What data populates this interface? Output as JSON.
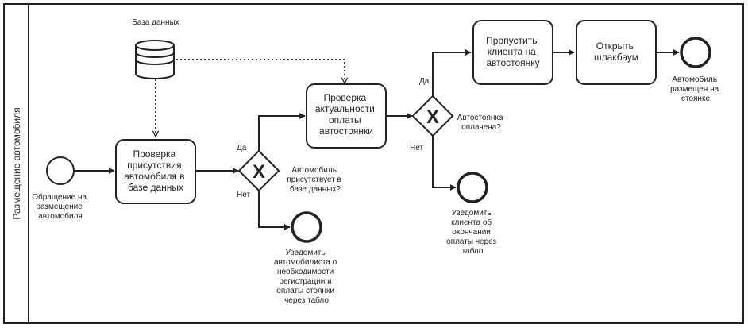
{
  "lane": {
    "label": "Размещение автомобиля"
  },
  "database": {
    "label": "База данных"
  },
  "start_event": {
    "label": [
      "Обращение на",
      "размещение",
      "автомобиля"
    ]
  },
  "tasks": {
    "check_presence": {
      "label": [
        "Проверка",
        "присутствия",
        "автомобиля в",
        "базе данных"
      ]
    },
    "check_payment": {
      "label": [
        "Проверка",
        "актуальности",
        "оплаты",
        "автостоянки"
      ]
    },
    "let_in": {
      "label": [
        "Пропустить",
        "клиента на",
        "автостоянку"
      ]
    },
    "open_barrier": {
      "label": [
        "Открыть",
        "шлакбаум"
      ]
    }
  },
  "gateways": {
    "car_in_db": {
      "symbol": "X",
      "question": [
        "Автомобиль",
        "присутствует в",
        "базе данных?"
      ],
      "yes": "Да",
      "no": "Нет"
    },
    "parking_paid": {
      "symbol": "X",
      "question": [
        "Автостоянка",
        "оплачена?"
      ],
      "yes": "Да",
      "no": "Нет"
    }
  },
  "end_events": {
    "notify_registration": {
      "label": [
        "Уведомить",
        "автомобилиста о",
        "необходимости",
        "регистрации и",
        "оплаты стоянки",
        "через табло"
      ]
    },
    "notify_expired": {
      "label": [
        "Уведомить",
        "клиента об",
        "окончании",
        "оплаты через",
        "табло"
      ]
    },
    "car_parked": {
      "label": [
        "Автомобиль",
        "размещен на",
        "стоянке"
      ]
    }
  },
  "colors": {
    "stroke": "#222222",
    "background": "#ffffff"
  }
}
